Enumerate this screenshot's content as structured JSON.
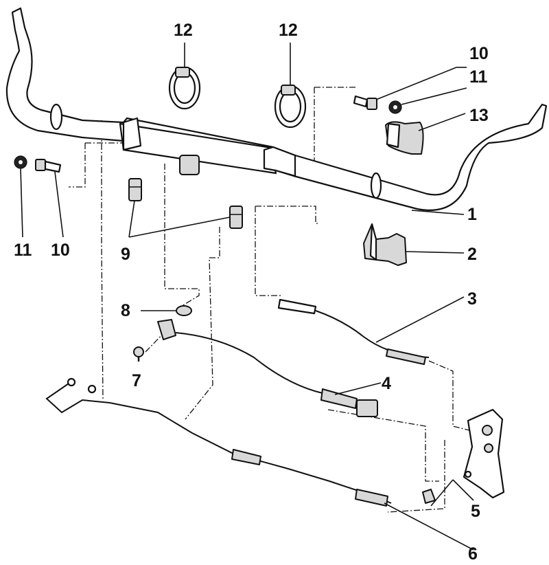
{
  "diagram": {
    "callouts": {
      "c1": "1",
      "c2": "2",
      "c3": "3",
      "c4": "4",
      "c5": "5",
      "c6": "6",
      "c7": "7",
      "c8": "8",
      "c9": "9",
      "c10a": "10",
      "c10b": "10",
      "c11a": "11",
      "c11b": "11",
      "c12a": "12",
      "c12b": "12",
      "c13": "13"
    }
  }
}
